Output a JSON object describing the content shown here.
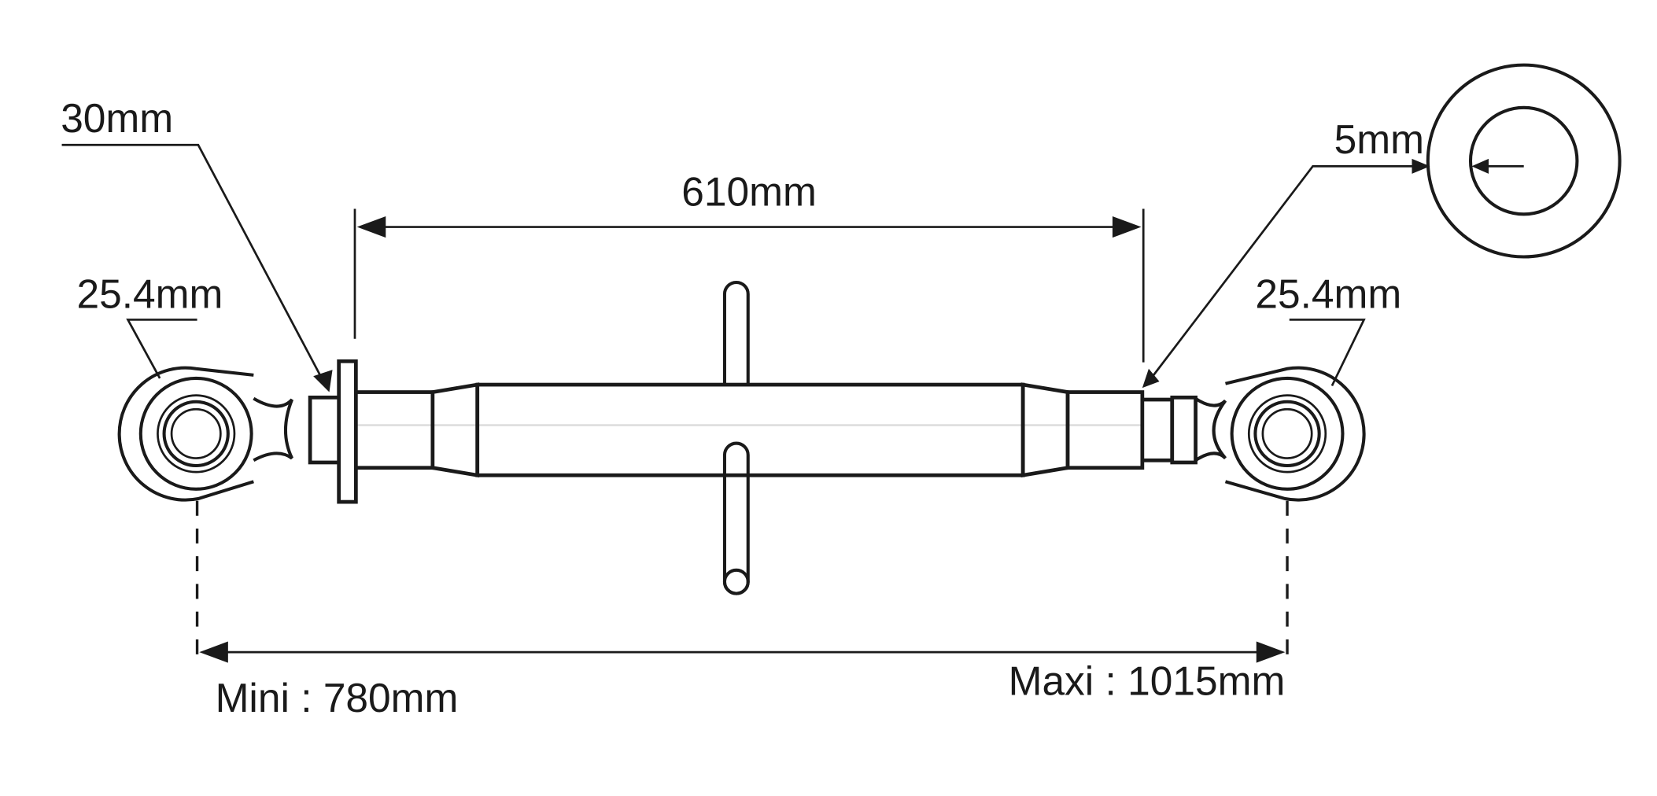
{
  "labels": {
    "thread_diameter": "30mm",
    "tube_length": "610mm",
    "left_ball_hole": "25.4mm",
    "right_ball_hole": "25.4mm",
    "wall_thickness": "5mm",
    "min_length": "Mini : 780mm",
    "max_length": "Maxi : 1015mm"
  }
}
